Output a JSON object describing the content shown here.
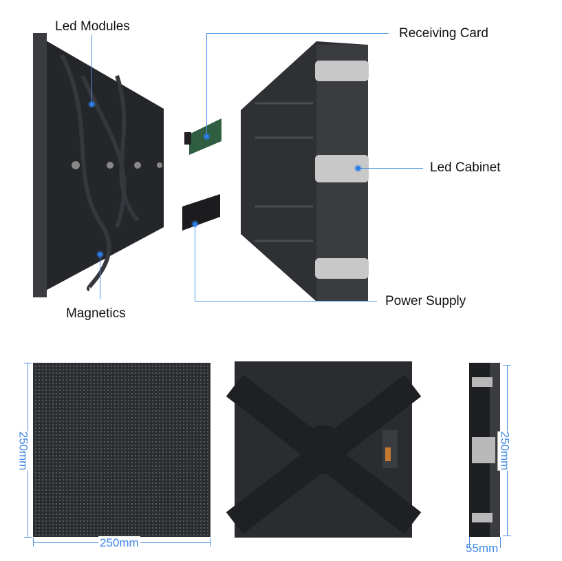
{
  "callouts": {
    "led_modules": "Led Modules",
    "receiving_card": "Receiving Card",
    "led_cabinet": "Led Cabinet",
    "magnetics": "Magnetics",
    "power_supply": "Power Supply"
  },
  "dimensions": {
    "front_height": "250mm",
    "front_width": "250mm",
    "side_height": "250mm",
    "side_depth": "55mm"
  },
  "colors": {
    "accent": "#3d86e6",
    "panel": "#2a2c30"
  }
}
